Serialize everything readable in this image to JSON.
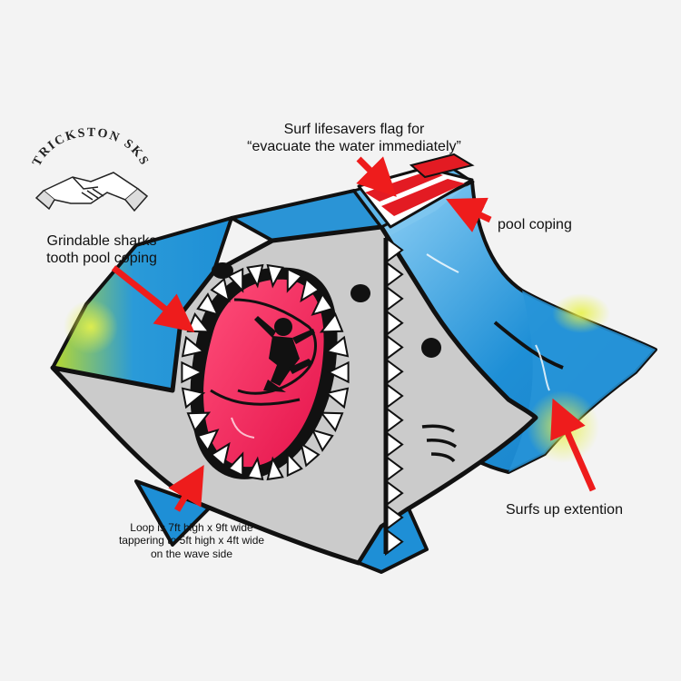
{
  "logo": {
    "text": "TRICKSTON SKS",
    "icon": "handshake-icon"
  },
  "labels": {
    "flag": {
      "line1": "Surf lifesavers flag for",
      "line2": "“evacuate the water immediately”"
    },
    "tooth_coping": {
      "line1": "Grindable sharks",
      "line2": "tooth pool coping"
    },
    "pool_coping": "pool coping",
    "surfs_up": "Surfs up extention",
    "loop": {
      "line1": "Loop is 7ft high x 9ft wide",
      "line2": "tappering to 5ft high x 4ft wide",
      "line3": "on the wave side"
    }
  },
  "colors": {
    "background": "#f3f3f3",
    "shark_body": "#c9c9c9",
    "water": "#1e8fd6",
    "water_light": "#5bb8ee",
    "highlight_green": "#d4e82a",
    "mouth": "#ee1f55",
    "arrow": "#ee1c1c",
    "flag_red": "#e31b23",
    "outline": "#111111"
  }
}
